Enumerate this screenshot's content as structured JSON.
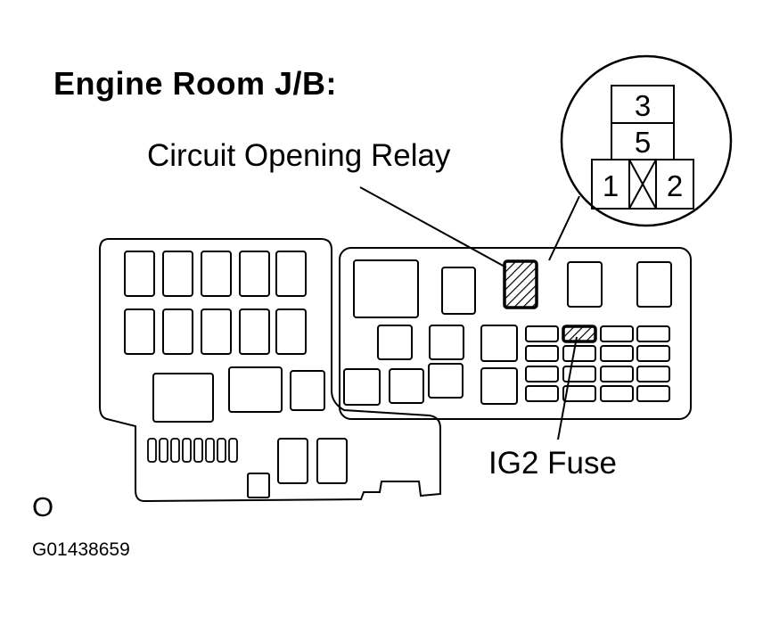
{
  "title": "Engine Room J/B:",
  "callouts": {
    "relay": "Circuit Opening Relay",
    "fuse": "IG2 Fuse"
  },
  "connector": {
    "pins": [
      "3",
      "5",
      "1",
      "2"
    ]
  },
  "footer": {
    "mark": "O",
    "code": "G01438659"
  }
}
